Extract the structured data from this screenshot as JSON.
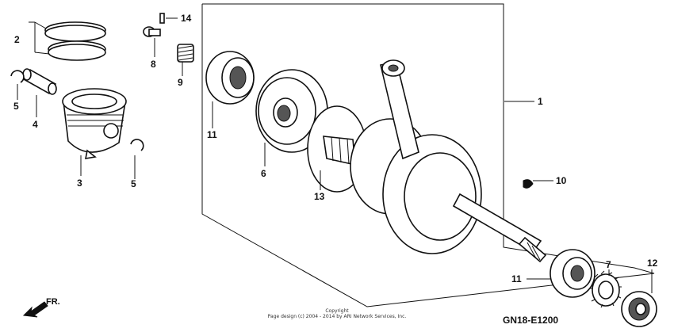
{
  "callouts": {
    "c1": "1",
    "c2": "2",
    "c3": "3",
    "c4": "4",
    "c5a": "5",
    "c5b": "5",
    "c6": "6",
    "c7": "7",
    "c8": "8",
    "c9": "9",
    "c10": "10",
    "c11a": "11",
    "c11b": "11",
    "c12": "12",
    "c13": "13",
    "c14": "14"
  },
  "diagram_code": "GN18-E1200",
  "direction_label": "FR.",
  "copyright": {
    "line1": "Copyright",
    "line2": "Page design (c) 2004 - 2014 by ARI Network Services, Inc."
  }
}
